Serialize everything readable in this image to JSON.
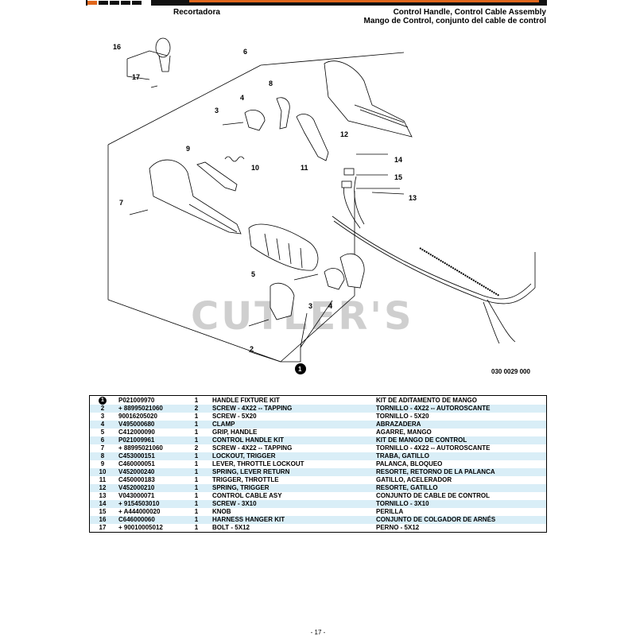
{
  "header": {
    "section_left": "Recortadora",
    "title_en": "Control Handle, Control Cable Assembly",
    "title_es": "Mango de Control, conjunto del cable de control"
  },
  "diagram": {
    "callouts": [
      "16",
      "17",
      "6",
      "8",
      "4",
      "3",
      "12",
      "11",
      "9",
      "10",
      "14",
      "15",
      "13",
      "7",
      "5",
      "3",
      "4",
      "2",
      "1"
    ],
    "reference_code": "030 0029 000",
    "watermark": "CUTLER'S"
  },
  "parts": {
    "rows": [
      {
        "ref": "1",
        "pn": "P021009970",
        "qty": "1",
        "en": "HANDLE FIXTURE KIT",
        "es": "KIT DE ADITAMENTO DE MANGO",
        "badge": true
      },
      {
        "ref": "2",
        "pn": "+ 88995021060",
        "qty": "2",
        "en": "SCREW - 4X22 -- TAPPING",
        "es": "TORNILLO - 4X22 -- AUTOROSCANTE"
      },
      {
        "ref": "3",
        "pn": "90016205020",
        "qty": "1",
        "en": "SCREW - 5X20",
        "es": "TORNILLO - 5X20"
      },
      {
        "ref": "4",
        "pn": "V495000680",
        "qty": "1",
        "en": "CLAMP",
        "es": "ABRAZADERA"
      },
      {
        "ref": "5",
        "pn": "C412000090",
        "qty": "1",
        "en": "GRIP, HANDLE",
        "es": "AGARRE, MANGO"
      },
      {
        "ref": "6",
        "pn": "P021009961",
        "qty": "1",
        "en": "CONTROL HANDLE KIT",
        "es": "KIT DE MANGO DE CONTROL"
      },
      {
        "ref": "7",
        "pn": "+ 88995021060",
        "qty": "2",
        "en": "SCREW - 4X22 -- TAPPING",
        "es": "TORNILLO - 4X22 -- AUTOROSCANTE"
      },
      {
        "ref": "8",
        "pn": "C453000151",
        "qty": "1",
        "en": "LOCKOUT, TRIGGER",
        "es": "TRABA, GATILLO"
      },
      {
        "ref": "9",
        "pn": "C460000051",
        "qty": "1",
        "en": "LEVER, THROTTLE LOCKOUT",
        "es": "PALANCA, BLOQUEO"
      },
      {
        "ref": "10",
        "pn": "V452000240",
        "qty": "1",
        "en": "SPRING, LEVER RETURN",
        "es": "RESORTE, RETORNO DE LA PALANCA"
      },
      {
        "ref": "11",
        "pn": "C450000183",
        "qty": "1",
        "en": "TRIGGER, THROTTLE",
        "es": "GATILLO, ACELERADOR"
      },
      {
        "ref": "12",
        "pn": "V452000210",
        "qty": "1",
        "en": "SPRING, TRIGGER",
        "es": "RESORTE, GATILLO"
      },
      {
        "ref": "13",
        "pn": "V043000071",
        "qty": "1",
        "en": "CONTROL CABLE ASY",
        "es": "CONJUNTO DE CABLE DE CONTROL"
      },
      {
        "ref": "14",
        "pn": "+ 9154503010",
        "qty": "1",
        "en": "SCREW - 3X10",
        "es": "TORNILLO - 3X10"
      },
      {
        "ref": "15",
        "pn": "+ A444000020",
        "qty": "1",
        "en": "KNOB",
        "es": "PERILLA"
      },
      {
        "ref": "16",
        "pn": "C646000060",
        "qty": "1",
        "en": "HARNESS HANGER KIT",
        "es": "CONJUNTO DE COLGADOR DE ARNÉS"
      },
      {
        "ref": "17",
        "pn": "+ 90010005012",
        "qty": "1",
        "en": "BOLT - 5X12",
        "es": "PERNO - 5X12"
      }
    ]
  },
  "footer": {
    "page_number": "- 17 -"
  },
  "colors": {
    "accent": "#e0661b",
    "row_stripe": "#d9eef7"
  }
}
